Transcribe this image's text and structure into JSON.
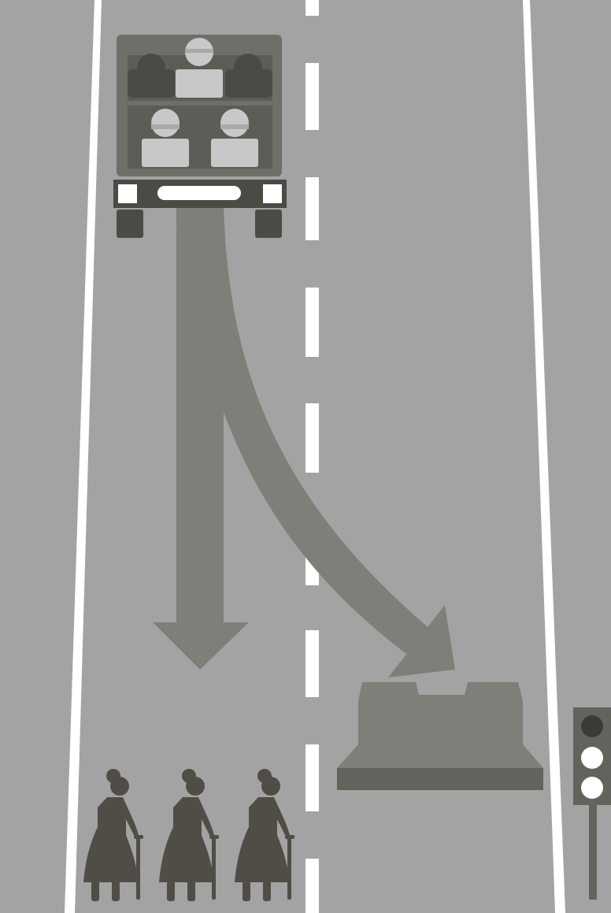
{
  "scene": {
    "description_free": true,
    "road": {
      "lanes": 2,
      "lane_divider": "dashed",
      "edge_lines": "solid"
    },
    "vehicle": {
      "kind": "car-front-view",
      "occupants": 5,
      "icon": "car-with-passengers-icon"
    },
    "paths": [
      {
        "name": "straight-path",
        "target": "pedestrians"
      },
      {
        "name": "swerve-path",
        "target": "barrier"
      }
    ],
    "pedestrians": {
      "count": 3,
      "icon": "elderly-pedestrian-icon"
    },
    "barrier": {
      "icon": "concrete-barrier-icon"
    },
    "traffic_light": {
      "icon": "traffic-light-icon",
      "lamps_lit": 2,
      "lamps_total": 3
    },
    "colors": {
      "road": "#a3a3a3",
      "line": "#ffffff",
      "arrow": "#7e7f79",
      "car_body": "#6f6f6a",
      "car_dark": "#4c4a45",
      "people_seat": "#c8c8c8",
      "pedestrian": "#504d47",
      "barrier": "#7e7f79",
      "barrier_base": "#63625d"
    }
  }
}
